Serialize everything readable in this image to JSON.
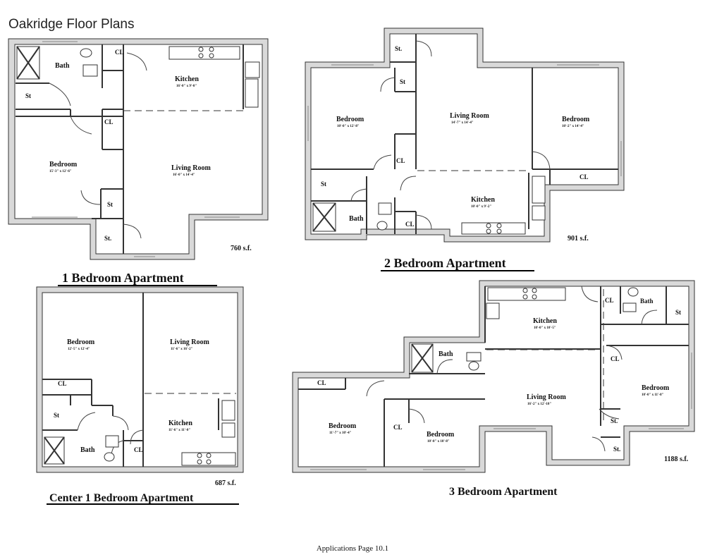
{
  "page": {
    "title": "Oakridge Floor Plans",
    "footer": "Applications Page 10.1"
  },
  "plan1": {
    "caption": "1 Bedroom Apartment",
    "area": "760 s.f.",
    "rooms": {
      "bath": "Bath",
      "cl_top": "CL",
      "kitchen": "Kitchen",
      "kitchen_dim": "16'-0\" x 9'-0\"",
      "st_left": "St",
      "cl_mid": "CL",
      "bedroom": "Bedroom",
      "bedroom_dim": "15'-3\" x 12'-6\"",
      "living": "Living Room",
      "living_dim": "16'-0\" x 14'-4\"",
      "st_inner": "St",
      "st_entry": "St."
    }
  },
  "plan2": {
    "caption": "2 Bedroom Apartment",
    "area": "901 s.f.",
    "rooms": {
      "st_top": "St.",
      "st_mid": "St",
      "bedroom_left": "Bedroom",
      "bedroom_left_dim": "10'-0\" x 12'-8\"",
      "living": "Living Room",
      "living_dim": "14'-7\" x 14'-4\"",
      "bedroom_right": "Bedroom",
      "bedroom_right_dim": "10'-2\" x 14'-4\"",
      "cl_mid": "CL",
      "cl_right": "CL",
      "st_left": "St",
      "kitchen": "Kitchen",
      "kitchen_dim": "10'-0\" x 9'-2\"",
      "bath": "Bath",
      "cl_bottom": "CL"
    }
  },
  "plan3": {
    "caption": "Center 1 Bedroom Apartment",
    "area": "687 s.f.",
    "rooms": {
      "bedroom": "Bedroom",
      "bedroom_dim": "12'-5\" x 12'-4\"",
      "living": "Living Room",
      "living_dim": "11'-6\" x 16'-2\"",
      "cl": "CL",
      "st": "St",
      "kitchen": "Kitchen",
      "kitchen_dim": "11'-6\" x 11'-0\"",
      "bath": "Bath",
      "cl_bottom": "CL"
    }
  },
  "plan4": {
    "caption": "3 Bedroom Apartment",
    "area": "1188 s.f.",
    "rooms": {
      "kitchen": "Kitchen",
      "kitchen_dim": "10'-0\" x 10'-5\"",
      "cl_top": "CL",
      "bath_right": "Bath",
      "st_right": "St",
      "bath_left": "Bath",
      "cl_left": "CL",
      "cl_right": "CL",
      "bedroom_right": "Bedroom",
      "bedroom_right_dim": "10'-0\" x 11'-8\"",
      "living": "Living Room",
      "living_dim": "16'-2\" x 12'-10\"",
      "bedroom_left": "Bedroom",
      "bedroom_left_dim": "11'-7\" x 10'-4\"",
      "cl_center": "CL",
      "bedroom_center": "Bedroom",
      "bedroom_center_dim": "10'-0\" x 10'-8\"",
      "st_a": "St.",
      "st_b": "St."
    }
  }
}
